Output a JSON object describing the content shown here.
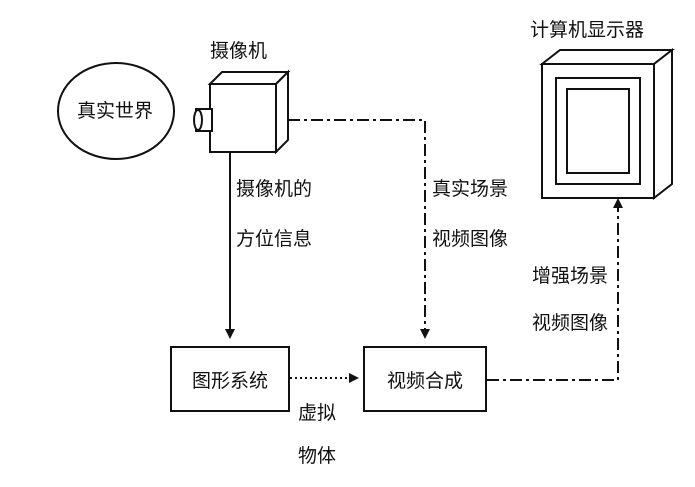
{
  "nodes": {
    "real_world": "真实世界",
    "camera": "摄像机",
    "monitor": "计算机显示器",
    "graphics_system": "图形系统",
    "video_compose": "视频合成"
  },
  "edge_labels": {
    "camera_pose_line1": "摄像机的",
    "camera_pose_line2": "方位信息",
    "real_scene_line1": "真实场景",
    "real_scene_line2": "视频图像",
    "enhanced_scene_line1": "增强场景",
    "enhanced_scene_line2": "视频图像",
    "virtual_object_line1": "虚拟",
    "virtual_object_line2": "物体"
  }
}
